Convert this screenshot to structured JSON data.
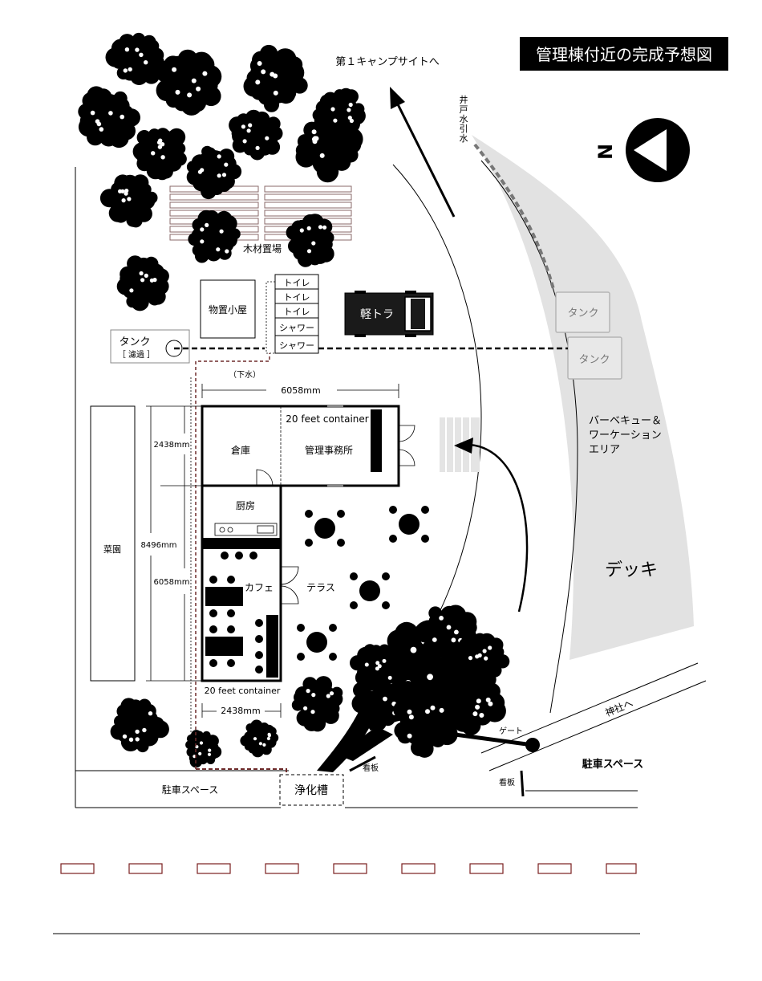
{
  "title": "管理棟付近の完成予想図",
  "compass": {
    "letter": "N",
    "icon": "north-arrow-icon"
  },
  "labels": {
    "camp_site": "第１キャンプサイトへ",
    "well_water": [
      "井",
      "戸",
      "水",
      "引",
      "水"
    ],
    "lumber_yard": "木材置場",
    "storage_shed": "物置小屋",
    "toilet": "トイレ",
    "shower": "シャワー",
    "kei_truck": "軽トラ",
    "tank": "タンク",
    "tank_filter_name": "タンク",
    "tank_filter_note": "［ 濾過 ］",
    "sewage": "（下水）",
    "bbq_area": [
      "バーベキュー＆",
      "ワーケーション",
      "エリア"
    ],
    "deck": "デッキ",
    "garden": "菜園",
    "container_top": "20 feet container",
    "container_bottom": "20 feet container",
    "warehouse": "倉庫",
    "office": "管理事務所",
    "kitchen": "厨房",
    "cafe": "カフェ",
    "terrace": "テラス",
    "to_shrine": "神社へ",
    "gate": "ゲート",
    "signboard_left": "看板",
    "signboard_right": "看板",
    "parking_left": "駐車スペース",
    "parking_right": "駐車スペース",
    "septic_tank": "浄化槽"
  },
  "dimensions": {
    "container_length_top": "6058mm",
    "container_width_top": "2438mm",
    "total_length": "8496mm",
    "container_length_side": "6058mm",
    "container_width_bottom": "2438mm"
  },
  "colors": {
    "ink": "#000000",
    "deck_fill": "#e2e2e2",
    "tank_stroke": "#b5b5b5",
    "tank_text": "#777777",
    "lumber_stroke": "#8a6a6a",
    "drain_line": "#6e2b2b",
    "bumper_stroke": "#7a1e1e"
  }
}
